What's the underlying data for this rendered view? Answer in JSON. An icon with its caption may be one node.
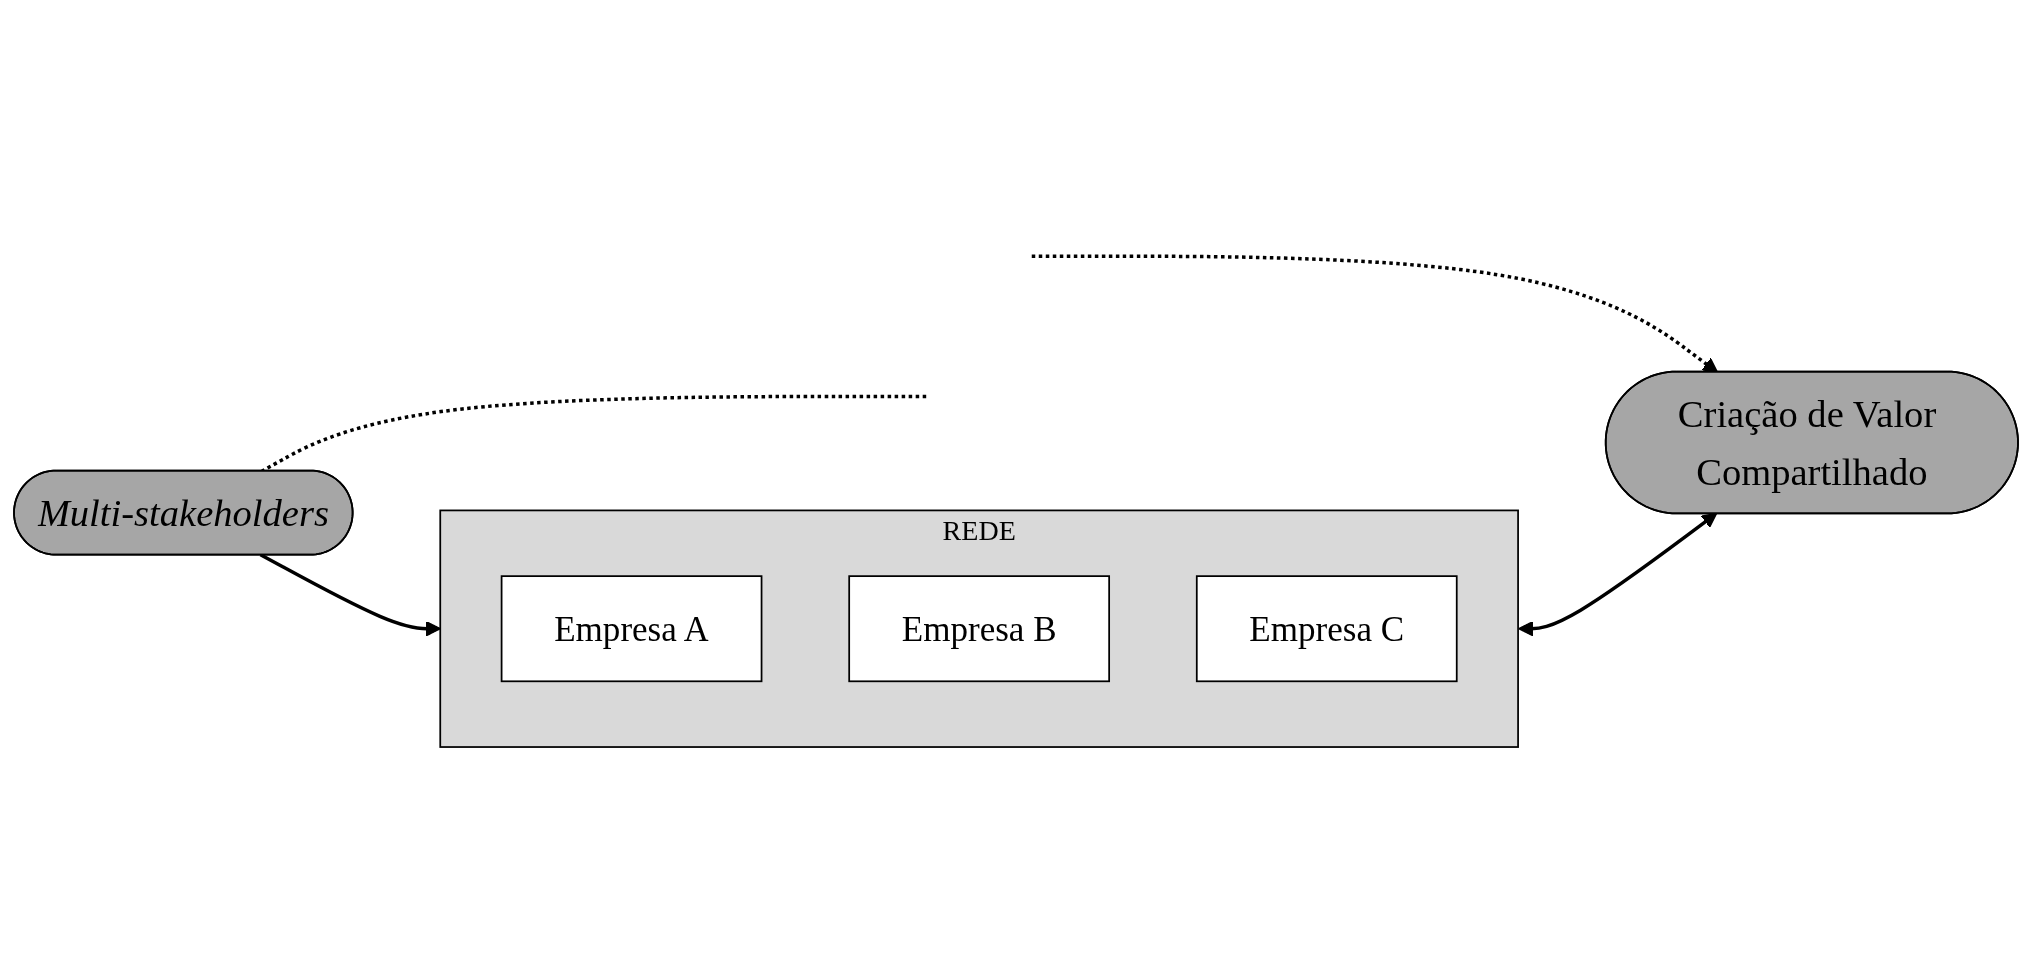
{
  "diagram": {
    "nodes": [
      {
        "text": [
          "Multi-stakeholders"
        ]
      },
      {
        "text": [
          "REDE"
        ]
      },
      {
        "text": [
          "Empresa A"
        ],
        "in": 1
      },
      {
        "text": [
          "Empresa B"
        ],
        "in": 1
      },
      {
        "text": [
          "Empresa C"
        ],
        "in": 1
      },
      {
        "text": [
          "Criação de Valor Compartilhado"
        ]
      }
    ],
    "edges": [
      {
        "from": 0,
        "to": 1,
        "arrow": "to"
      },
      {
        "from": 1,
        "to": 5,
        "arrow": "both"
      },
      {
        "from": 0,
        "to": null,
        "arrow": "none",
        "style": "dashed"
      },
      {
        "from": null,
        "to": 5,
        "arrow": "to",
        "style": "dashed"
      }
    ]
  }
}
